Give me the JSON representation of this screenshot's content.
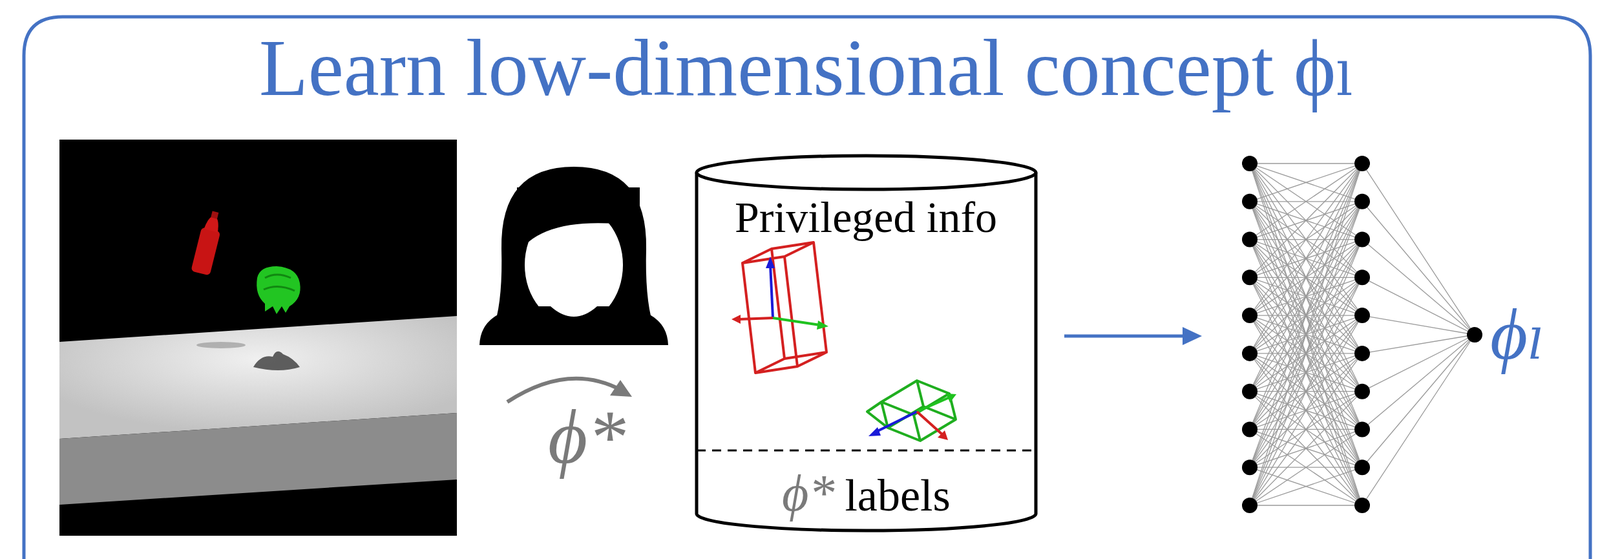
{
  "diagram": {
    "title": "Learn low-dimensional concept ϕₗ",
    "nodes": [
      {
        "text": [
          "Privileged info",
          "ϕ*",
          "labels"
        ]
      },
      {
        "text": [
          "ϕₗ"
        ]
      }
    ],
    "edges": [
      {
        "from": 0,
        "to": 1,
        "arrow": "to"
      }
    ],
    "labels": [
      "ϕ*"
    ]
  }
}
